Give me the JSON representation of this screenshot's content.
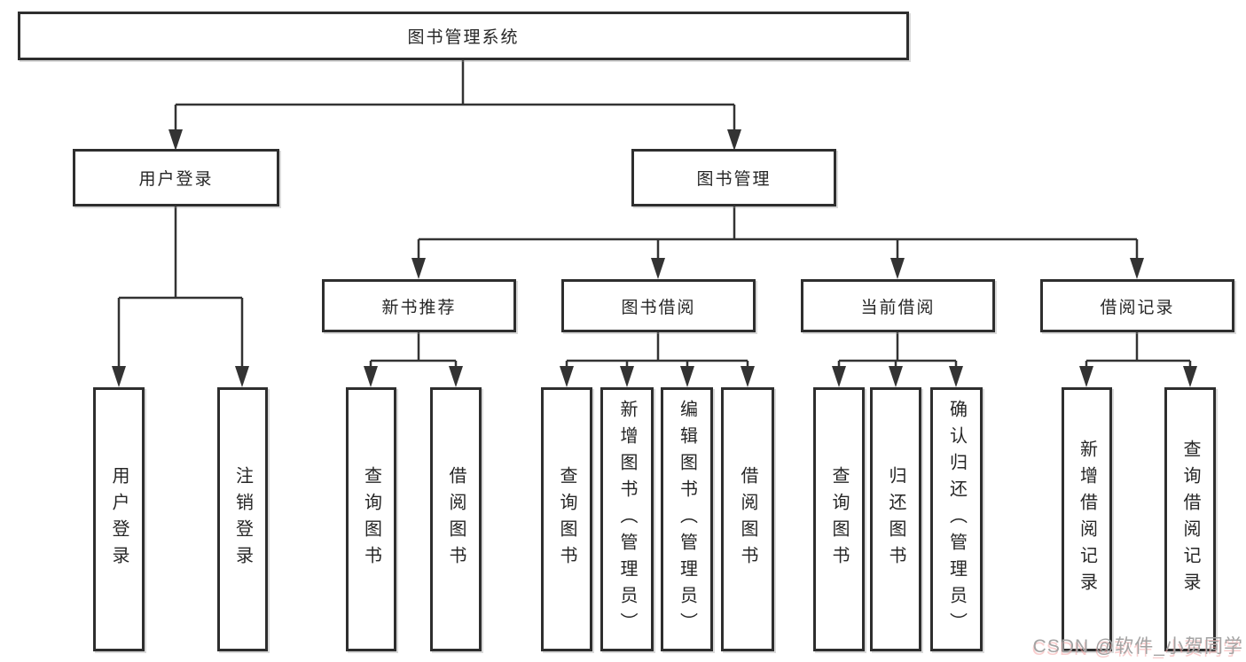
{
  "tree": {
    "label": "图书管理系统",
    "children": [
      {
        "label": "用户登录",
        "children": [
          {
            "label": "用户登录"
          },
          {
            "label": "注销登录"
          }
        ]
      },
      {
        "label": "图书管理",
        "children": [
          {
            "label": "新书推荐",
            "children": [
              {
                "label": "查询图书"
              },
              {
                "label": "借阅图书"
              }
            ]
          },
          {
            "label": "图书借阅",
            "children": [
              {
                "label": "查询图书"
              },
              {
                "label": "新增图书（管理员）"
              },
              {
                "label": "编辑图书（管理员）"
              },
              {
                "label": "借阅图书"
              }
            ]
          },
          {
            "label": "当前借阅",
            "children": [
              {
                "label": "查询图书"
              },
              {
                "label": "归还图书"
              },
              {
                "label": "确认归还（管理员）"
              }
            ]
          },
          {
            "label": "借阅记录",
            "children": [
              {
                "label": "新增借阅记录"
              },
              {
                "label": "查询借阅记录"
              }
            ]
          }
        ]
      }
    ]
  },
  "watermark": {
    "text": "CSDN @软件_小贺同学"
  },
  "colors": {
    "line": "#333333",
    "box_border": "#2e2e2e",
    "text": "#262626",
    "background": "#ffffff",
    "watermark_gray": "#a3a3a3",
    "watermark_pink": "#f4a6a6"
  }
}
